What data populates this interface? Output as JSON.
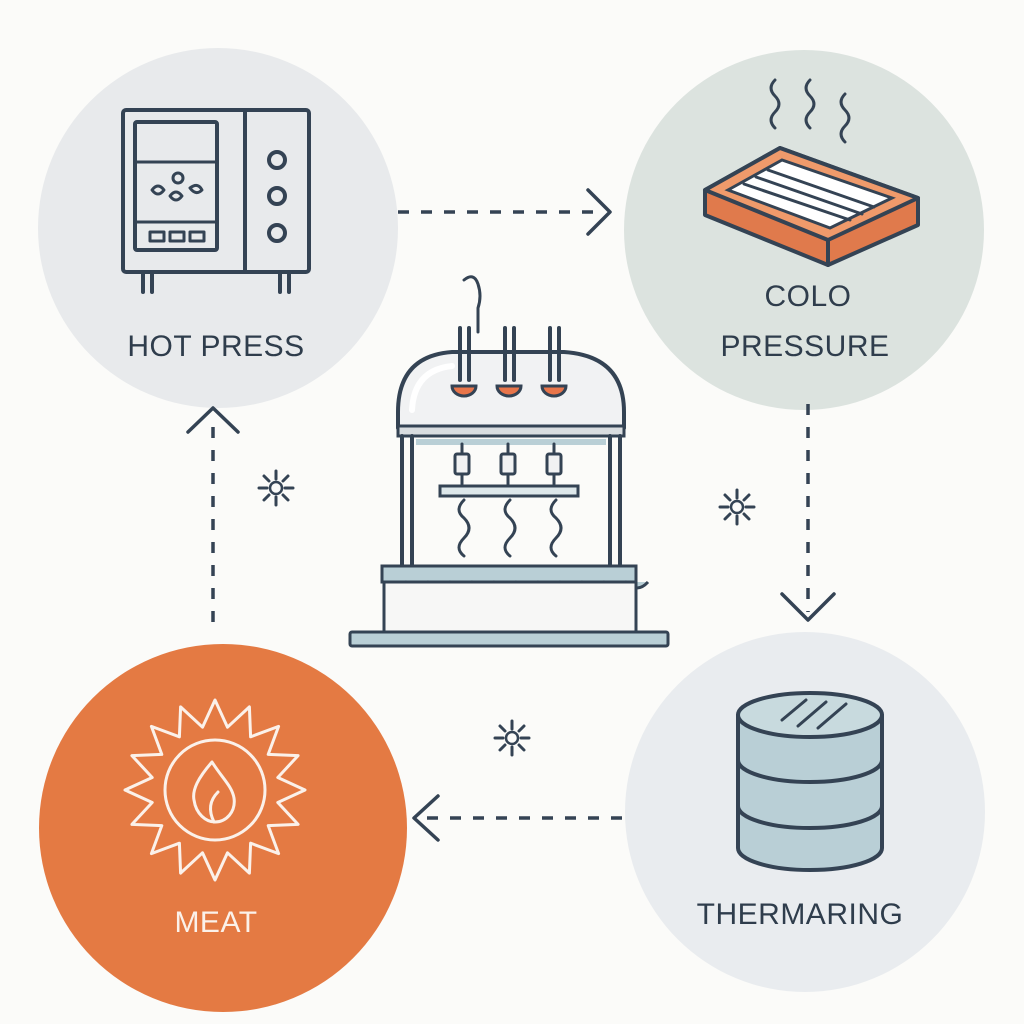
{
  "diagram": {
    "nodes": [
      {
        "id": "hot-press",
        "label": "HOT PRESS",
        "icon": "oven-icon",
        "fill": "#e8eaec"
      },
      {
        "id": "cold-pressure",
        "label_lines": [
          "COLO",
          "PRESSURE"
        ],
        "icon": "hot-plate-icon",
        "fill": "#dce3df"
      },
      {
        "id": "thermaring",
        "label": "THERMARING",
        "icon": "cylinder-stack-icon",
        "fill": "#e9ecef"
      },
      {
        "id": "meat",
        "label": "MEAT",
        "icon": "sun-flame-icon",
        "fill": "#e47a43"
      }
    ],
    "center_icon": "press-machine-icon",
    "flow": [
      "hot-press",
      "cold-pressure",
      "thermaring",
      "meat",
      "hot-press"
    ],
    "colors": {
      "stroke": "#344354",
      "accent": "#e47a43",
      "background": "#fbfbf9",
      "blue_fill": "#b9cfd6"
    }
  }
}
